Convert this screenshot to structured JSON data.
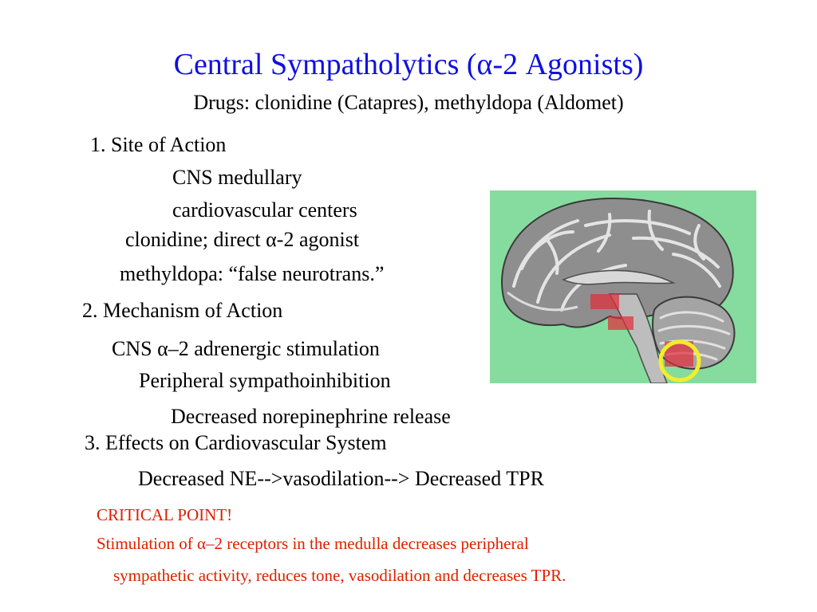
{
  "colors": {
    "title": "#1010e0",
    "critical": "#e01e00",
    "figure_background": "#86dc9e",
    "highlight_circle": "#f3ee2a",
    "highlight_region": "#e02e3a"
  },
  "title": "Central Sympatholytics (α-2 Agonists)",
  "subtitle": "Drugs: clonidine (Catapres), methyldopa (Aldomet)",
  "site_of_action": {
    "heading": "1. Site of Action",
    "line1": "CNS medullary",
    "line2": "cardiovascular centers",
    "clonidine": "clonidine; direct α-2 agonist",
    "methyldopa": "methyldopa: “false neurotrans.”"
  },
  "mechanism": {
    "heading": "2. Mechanism of Action",
    "line1": "CNS α–2 adrenergic stimulation",
    "line2": "Peripheral sympathoinhibition",
    "line3": "Decreased norepinephrine release"
  },
  "effects": {
    "heading": "3. Effects on Cardiovascular System",
    "line1": "Decreased NE-->vasodilation-->   Decreased  TPR"
  },
  "critical": {
    "heading": "CRITICAL POINT!",
    "line1": "Stimulation of α–2 receptors in the medulla decreases peripheral",
    "line2": "sympathetic activity, reduces tone, vasodilation and decreases TPR."
  },
  "figure": {
    "subject": "brain-sagittal-section",
    "markers": [
      "highlight-region",
      "highlight-region",
      "highlight-region",
      "highlight-circle"
    ]
  }
}
